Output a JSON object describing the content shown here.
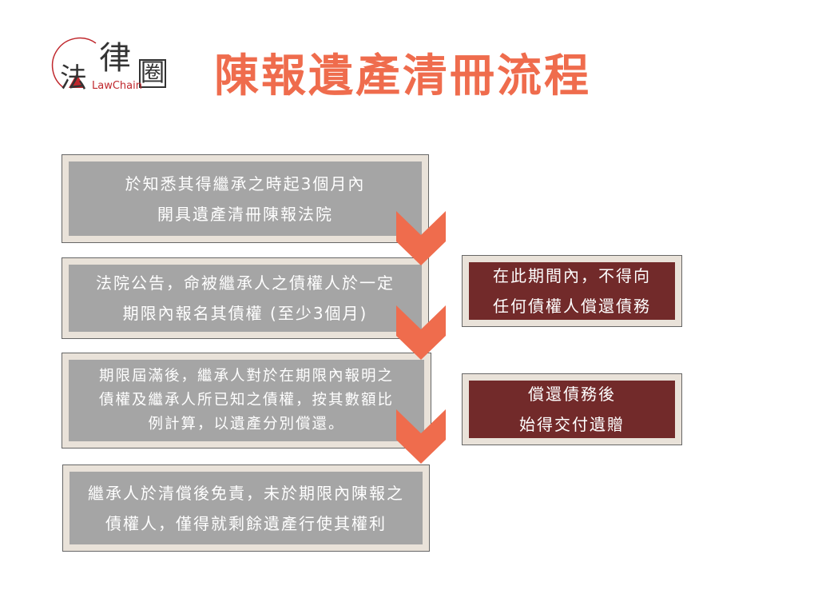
{
  "logo": {
    "char1": "法",
    "char2": "律",
    "char3": "圈",
    "brand": "LawChain"
  },
  "title": "陳報遺產清冊流程",
  "steps": [
    {
      "lines": [
        "於知悉其得繼承之時起3個月內",
        "開具遺產清冊陳報法院"
      ]
    },
    {
      "lines": [
        "法院公告，命被繼承人之債權人於一定",
        "期限內報名其債權 (至少3個月)"
      ]
    },
    {
      "lines": [
        "期限屆滿後，繼承人對於在期限內報明之",
        "債權及繼承人所已知之債權，按其數額比",
        "例計算，以遺產分別償還。"
      ]
    },
    {
      "lines": [
        "繼承人於清償後免責，未於期限內陳報之",
        "債權人，僅得就剩餘遺產行使其權利"
      ]
    }
  ],
  "notes": [
    {
      "lines": [
        "在此期間內，不得向",
        "任何債權人償還債務"
      ]
    },
    {
      "lines": [
        "償還債務後",
        "始得交付遺贈"
      ]
    }
  ],
  "colors": {
    "accent": "#ef6c4d",
    "step_fill": "#a5a5a5",
    "note_fill": "#722a2a",
    "frame": "#e9e2d9"
  }
}
